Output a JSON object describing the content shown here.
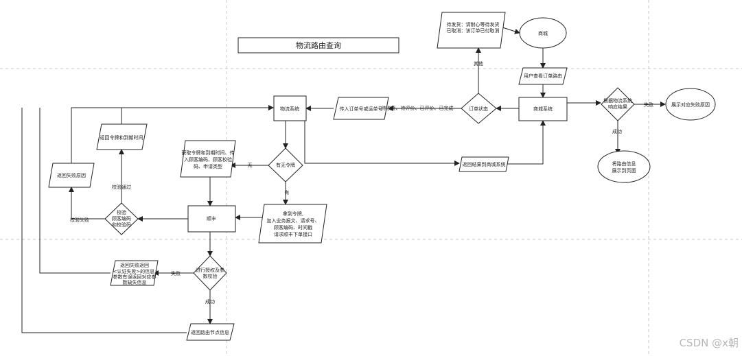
{
  "colors": {
    "stroke": "#222222",
    "guide": "#c8c8c8",
    "watermark": "#b8b8b8",
    "background": "#ffffff"
  },
  "title": "物流路由查询",
  "nodes": {
    "status_note_1": "待发货：请耐心等待发货",
    "status_note_2": "已取消：该订单已付取消",
    "mall": "商城",
    "user_view_1": "用户查看订单路由",
    "mall_system": "商城系统",
    "order_status": "订单状态",
    "logistics_system": "物流系统",
    "input_order": "传入订单号或运单号",
    "result_decision_1": "根据物流系统",
    "result_decision_2": "响应结果",
    "show_fail": "展示对应失败原因",
    "route_info_1": "将路由信息",
    "route_info_2": "展示到页面",
    "return_result": "返回结果到商城系统",
    "has_token": "有无令牌",
    "get_token_1": "获取令牌和到期时间、传",
    "get_token_2": "入顾客编码、顾客校验",
    "get_token_3": "码、申请类型",
    "return_token": "返回令牌和到期时间",
    "return_fail": "返回失败原因",
    "verify_1": "校验",
    "verify_2": "顾客编码",
    "verify_3": "和校验码",
    "sf": "顺丰",
    "take_token_1": "拿到令牌,",
    "take_token_2": "加入业务报文、请求号、",
    "take_token_3": "顾客编码、时间戳",
    "take_token_4": "请求顺丰下单接口",
    "auth_fail_1": "返回失败返回",
    "auth_fail_2": "<认证失败>的信息;",
    "auth_fail_3": "参数有误返回对应参",
    "auth_fail_4": "数缺失信息",
    "auth_check_1": "进行授权及参",
    "auth_check_2": "数校验",
    "return_route": "返回路由节点信息"
  },
  "edges": {
    "other": "其他",
    "statuses": "待收货、待评价、已评价、已完成",
    "fail": "失败",
    "success": "成功",
    "none": "无",
    "has": "有",
    "verify_pass": "校验通过",
    "verify_fail": "校验失败"
  },
  "watermark": "CSDN @x朝"
}
